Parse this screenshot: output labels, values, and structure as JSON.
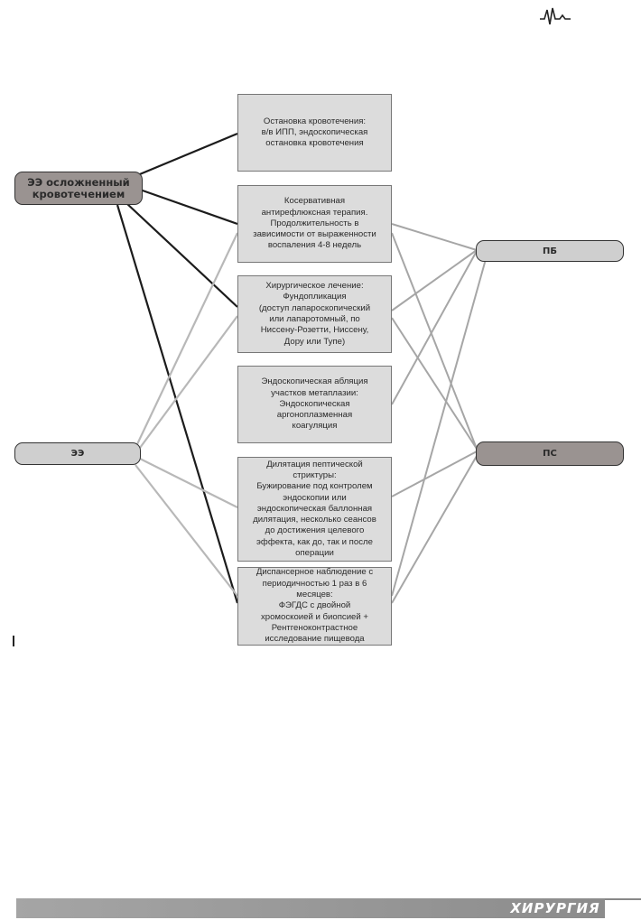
{
  "left_nodes": {
    "complicated": "ЭЭ осложненный\nкровотечением",
    "ee": "ЭЭ"
  },
  "right_nodes": {
    "pb": "ПБ",
    "ps": "ПС"
  },
  "boxes": {
    "box1": "Остановка кровотечения:\nв/в ИПП, эндоскопическая\nостановка кровотечения",
    "box2": "Косервативная\nантирефлюксная терапия.\nПродолжительность в\nзависимости от выраженности\nвоспаления 4-8 недель",
    "box3": "Хирургическое лечение:\nФундопликация\n(доступ лапароскопический\nили лапаротомный, по\nНиссену-Розетти, Ниссену,\nДору или Тупе)",
    "box4": "Эндоскопическая абляция\nучастков метаплазии:\nЭндоскопическая\nаргоноплазменная\nкоагуляция",
    "box5": "Дилятация пептической\nстриктуры:\nБужирование под контролем\nэндоскопии или\nэндоскопическая баллонная\nдилятация, несколько сеансов\nдо достижения целевого\nэффекта, как до, так и после\nоперации",
    "box6": "Диспансерное наблюдение с\nпериодичностью 1 раз в 6\nмесяцев:\nФЭГДС с двойной\nхромоскоией и биопсией +\nРентгеноконтрастное\nисследование пищевода"
  },
  "footer": {
    "title": "ХИРУРГИЯ"
  }
}
